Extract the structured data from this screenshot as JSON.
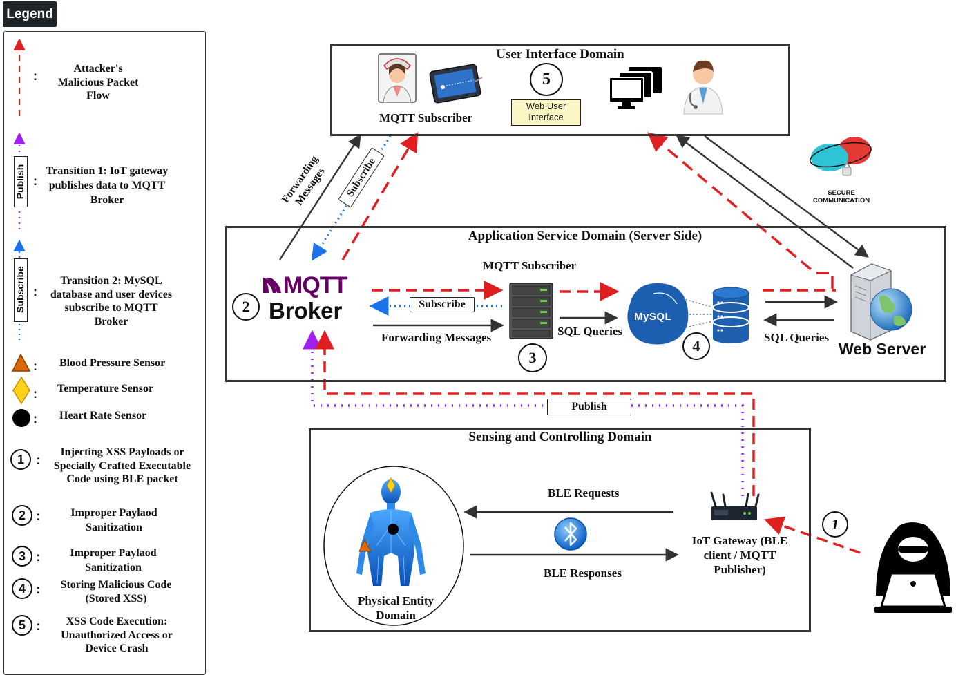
{
  "legend": {
    "title": "Legend",
    "items": [
      {
        "label": "Attacker's Malicious Packet Flow",
        "icon": "red-dashed-arrow-icon"
      },
      {
        "label": "Transition 1: IoT gateway publishes data to MQTT Broker",
        "icon": "purple-dotted-arrow-icon",
        "tag": "Publish"
      },
      {
        "label": "Transition 2: MySQL database and user devices subscribe to MQTT Broker",
        "icon": "blue-dotted-arrow-icon",
        "tag": "Subscribe"
      },
      {
        "label": "Blood Pressure Sensor",
        "icon": "orange-triangle-icon"
      },
      {
        "label": "Temperature Sensor",
        "icon": "yellow-diamond-icon"
      },
      {
        "label": "Heart Rate Sensor",
        "icon": "black-circle-icon"
      },
      {
        "num": "1",
        "label": "Injecting XSS Payloads or Specially Crafted Executable Code  using BLE packet"
      },
      {
        "num": "2",
        "label": "Improper Paylaod Sanitization"
      },
      {
        "num": "3",
        "label": "Improper Paylaod Sanitization"
      },
      {
        "num": "4",
        "label": "Storing Malicious Code (Stored XSS)"
      },
      {
        "num": "5",
        "label": "XSS Code Execution: Unauthorized Access or Device Crash"
      }
    ]
  },
  "ui_domain": {
    "title": "User Interface Domain",
    "mqtt_subscriber": "MQTT Subscriber",
    "num": "5",
    "web_ui": "Web User Interface"
  },
  "secure_comm": "SECURE COMMUNICATION",
  "links": {
    "forwarding_messages": "Forwarding Messages",
    "subscribe": "Subscribe"
  },
  "app_domain": {
    "title": "Application Service Domain (Server Side)",
    "broker_logo": "MQTT",
    "broker": "Broker",
    "broker_num": "2",
    "mqtt_subscriber": "MQTT Subscriber",
    "subscribe_tag": "Subscribe",
    "forwarding_messages": "Forwarding Messages",
    "server_num": "3",
    "sql_queries_1": "SQL Queries",
    "mysql": "MySQL",
    "db_num": "4",
    "sql_queries_2": "SQL Queries",
    "web_server": "Web Server"
  },
  "publish_tag": "Publish",
  "sensing_domain": {
    "title": "Sensing and Controlling Domain",
    "ble_requests": "BLE Requests",
    "ble_responses": "BLE Responses",
    "gateway": "IoT Gateway (BLE client / MQTT Publisher)",
    "physical": "Physical Entity Domain"
  },
  "attack_num": "1",
  "colors": {
    "attack": "#e02020",
    "publish": "#a020f0",
    "subscribe": "#1a73e8",
    "solid": "#333333"
  }
}
